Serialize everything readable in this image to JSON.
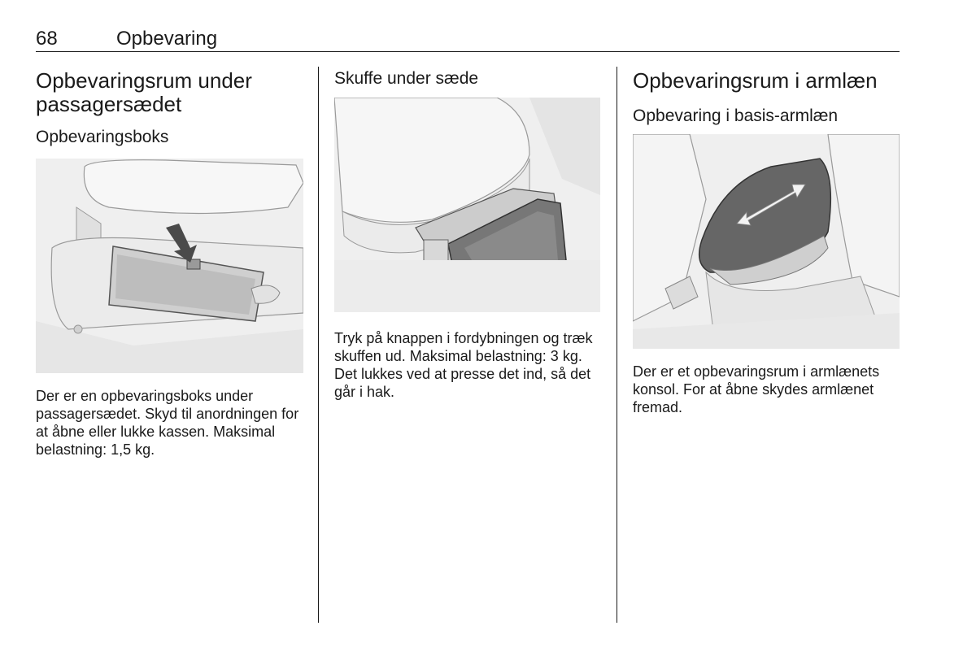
{
  "header": {
    "page_number": "68",
    "chapter": "Opbevaring"
  },
  "left": {
    "title": "Opbevaringsrum under passagersædet",
    "subtitle": "Opbevaringsboks",
    "body": "Der er en opbevaringsboks under passagersædet. Skyd til anordningen for at åbne eller lukke kassen. Maksimal belastning: 1,5 kg."
  },
  "middle": {
    "subtitle": "Skuffe under sæde",
    "body": "Tryk på knappen i fordybningen og træk skuffen ud. Maksimal belastning: 3 kg. Det lukkes ved at presse det ind, så det går i hak."
  },
  "right": {
    "title": "Opbevaringsrum i armlæn",
    "subtitle": "Opbevaring i basis-armlæn",
    "body": "Der er et opbevaringsrum i armlænets konsol. For at åbne skydes armlænet fremad."
  }
}
